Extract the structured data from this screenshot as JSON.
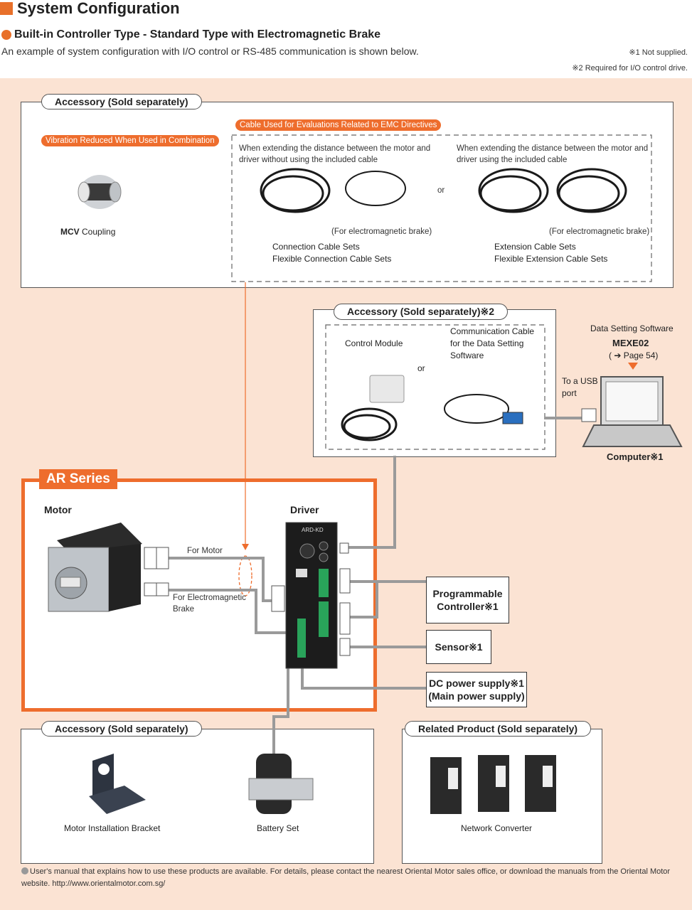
{
  "header": {
    "title": "System Configuration",
    "subtitle": "Built-in Controller Type - Standard Type with Electromagnetic Brake",
    "intro": "An example of system configuration with I/O control or RS-485 communication is shown below.",
    "note1": "※1 Not supplied.",
    "note2": "※2 Required for I/O control drive."
  },
  "top_accessory": {
    "label": "Accessory (Sold separately)",
    "vibration_tag": "Vibration Reduced When Used in Combination",
    "coupling_bold": "MCV",
    "coupling_label": " Coupling",
    "emc_tag": "Cable Used for Evaluations Related to EMC Directives",
    "left_desc": "When extending the distance between the motor and driver without using the included cable",
    "right_desc": "When extending the distance between the motor and driver using the included cable",
    "or": "or",
    "brake_note_left": "(For electromagnetic brake)",
    "brake_note_right": "(For electromagnetic brake)",
    "left_cable_1": "Connection Cable Sets",
    "left_cable_2": "Flexible Connection Cable Sets",
    "right_cable_1": "Extension Cable Sets",
    "right_cable_2": "Flexible Extension Cable Sets"
  },
  "mid_accessory": {
    "label": "Accessory (Sold separately)※2",
    "control_module": "Control Module",
    "or": "or",
    "comm_cable": "Communication Cable for the Data Setting Software"
  },
  "computer": {
    "software_label": "Data Setting Software",
    "software_name": "MEXE02",
    "page_ref": "( ➔ Page 54)",
    "usb_label": "To a USB port",
    "computer_label": "Computer※1"
  },
  "ar_series": {
    "tag": "AR Series",
    "motor": "Motor",
    "driver": "Driver",
    "driver_model": "ARD-KD",
    "for_motor": "For Motor",
    "for_brake": "For Electromagnetic Brake"
  },
  "devices": {
    "plc": "Programmable Controller※1",
    "sensor": "Sensor※1",
    "dc_power": "DC power supply※1 (Main power supply)"
  },
  "bottom_accessory": {
    "label": "Accessory (Sold separately)",
    "bracket": "Motor Installation Bracket",
    "battery": "Battery Set"
  },
  "related": {
    "label": "Related Product (Sold separately)",
    "converter": "Network Converter"
  },
  "footer": "User's manual that explains how to use these products are available. For details, please contact the nearest Oriental Motor sales office, or download the manuals from the Oriental Motor website. http://www.orientalmotor.com.sg/",
  "colors": {
    "accent": "#ee6d2d",
    "background": "#fbe3d3",
    "wire": "#9a9a9a"
  }
}
